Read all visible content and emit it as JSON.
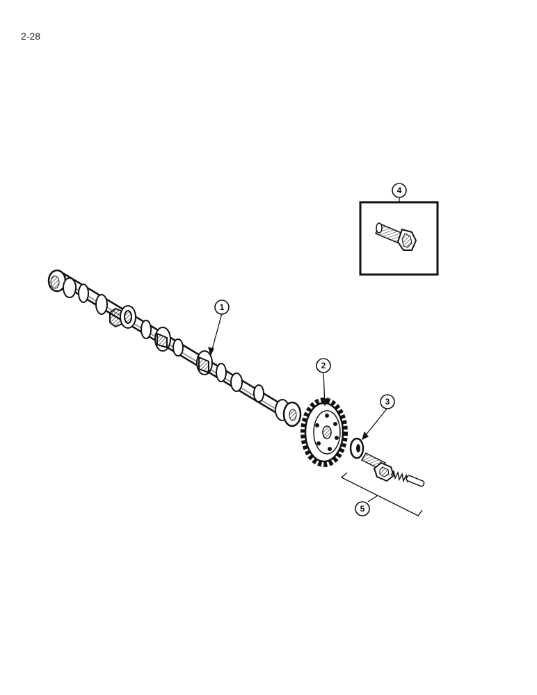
{
  "page": {
    "number": "2-28"
  },
  "callouts": [
    {
      "id": "1",
      "label": "1"
    },
    {
      "id": "2",
      "label": "2"
    },
    {
      "id": "3",
      "label": "3"
    },
    {
      "id": "4",
      "label": "4"
    },
    {
      "id": "5",
      "label": "5"
    }
  ],
  "parts": [
    {
      "callout": "1",
      "shape": "camshaft"
    },
    {
      "callout": "2",
      "shape": "gear"
    },
    {
      "callout": "3",
      "shape": "washer"
    },
    {
      "callout": "4",
      "shape": "bolt"
    },
    {
      "callout": "5",
      "shape": "bolt-spring-pin-assembly"
    }
  ],
  "colors": {
    "ink": "#111111",
    "paper": "#ffffff"
  }
}
